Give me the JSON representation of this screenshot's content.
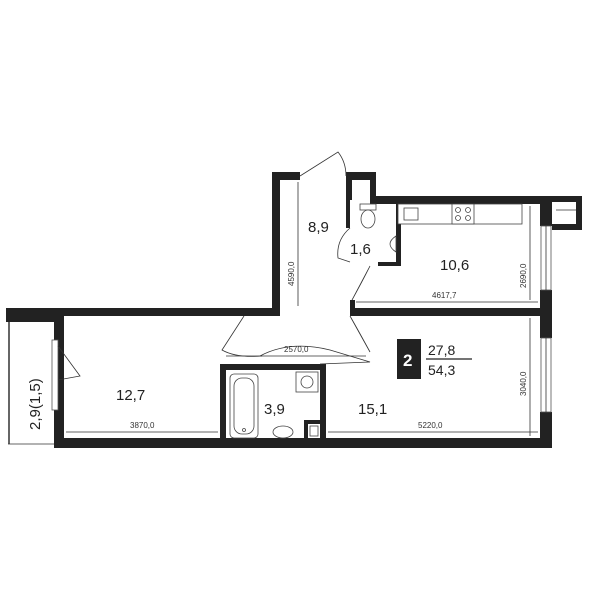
{
  "rooms": {
    "corridor": "8,9",
    "wc": "1,6",
    "kitchen": "10,6",
    "bedroom": "12,7",
    "bathroom": "3,9",
    "living": "15,1",
    "balcony": "2,9(1,5)"
  },
  "dimensions": {
    "corridor_length": "4590,0",
    "kitchen_width": "4617,7",
    "kitchen_depth": "2690,0",
    "hall_width": "2570,0",
    "bedroom_width": "3870,0",
    "living_width": "5220,0",
    "living_depth": "3040,0"
  },
  "summary": {
    "rooms_count": "2",
    "living_area": "27,8",
    "total_area": "54,3"
  }
}
